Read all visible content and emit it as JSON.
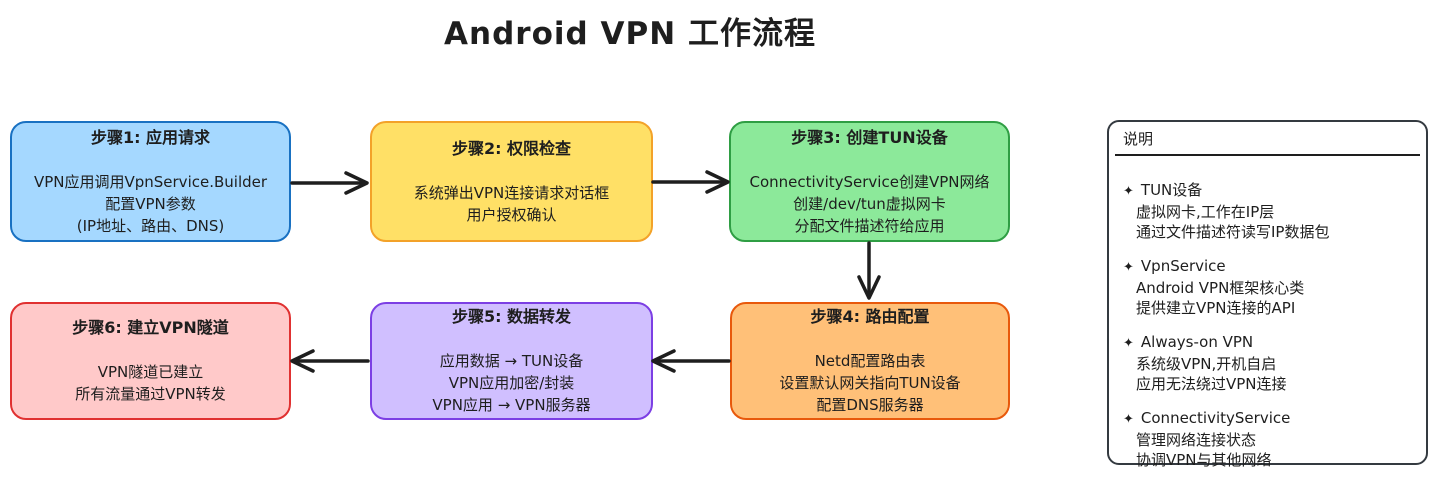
{
  "title": "Android VPN 工作流程",
  "flow": {
    "arrow_color": "#1e1e1e",
    "boxes": [
      {
        "id": "step1",
        "title": "步骤1: 应用请求",
        "lines": [
          "VPN应用调用VpnService.Builder",
          "配置VPN参数",
          "(IP地址、路由、DNS)"
        ],
        "fill": "#a5d8ff",
        "stroke": "#1971c2"
      },
      {
        "id": "step2",
        "title": "步骤2: 权限检查",
        "lines": [
          "系统弹出VPN连接请求对话框",
          "用户授权确认"
        ],
        "fill": "#ffe066",
        "stroke": "#f3a229"
      },
      {
        "id": "step3",
        "title": "步骤3: 创建TUN设备",
        "lines": [
          "ConnectivityService创建VPN网络",
          "创建/dev/tun虚拟网卡",
          "分配文件描述符给应用"
        ],
        "fill": "#8ce99a",
        "stroke": "#2f9e44"
      },
      {
        "id": "step4",
        "title": "步骤4: 路由配置",
        "lines": [
          "Netd配置路由表",
          "设置默认网关指向TUN设备",
          "配置DNS服务器"
        ],
        "fill": "#ffc078",
        "stroke": "#e8590c"
      },
      {
        "id": "step5",
        "title": "步骤5: 数据转发",
        "lines": [
          "应用数据 → TUN设备",
          "VPN应用加密/封装",
          "VPN应用 → VPN服务器"
        ],
        "fill": "#d0bfff",
        "stroke": "#7c3fe4"
      },
      {
        "id": "step6",
        "title": "步骤6: 建立VPN隧道",
        "lines": [
          "VPN隧道已建立",
          "所有流量通过VPN转发"
        ],
        "fill": "#ffc9c9",
        "stroke": "#e03131"
      }
    ],
    "connections": [
      {
        "from": "step1",
        "to": "step2"
      },
      {
        "from": "step2",
        "to": "step3"
      },
      {
        "from": "step3",
        "to": "step4"
      },
      {
        "from": "step4",
        "to": "step5"
      },
      {
        "from": "step5",
        "to": "step6"
      }
    ]
  },
  "legend": {
    "header": "说明",
    "bullet_icon": "✦",
    "items": [
      {
        "term": "TUN设备",
        "details": [
          "虚拟网卡,工作在IP层",
          "通过文件描述符读写IP数据包"
        ]
      },
      {
        "term": "VpnService",
        "details": [
          "Android VPN框架核心类",
          "提供建立VPN连接的API"
        ]
      },
      {
        "term": "Always-on VPN",
        "details": [
          "系统级VPN,开机自启",
          "应用无法绕过VPN连接"
        ]
      },
      {
        "term": "ConnectivityService",
        "details": [
          "管理网络连接状态",
          "协调VPN与其他网络"
        ]
      }
    ]
  }
}
